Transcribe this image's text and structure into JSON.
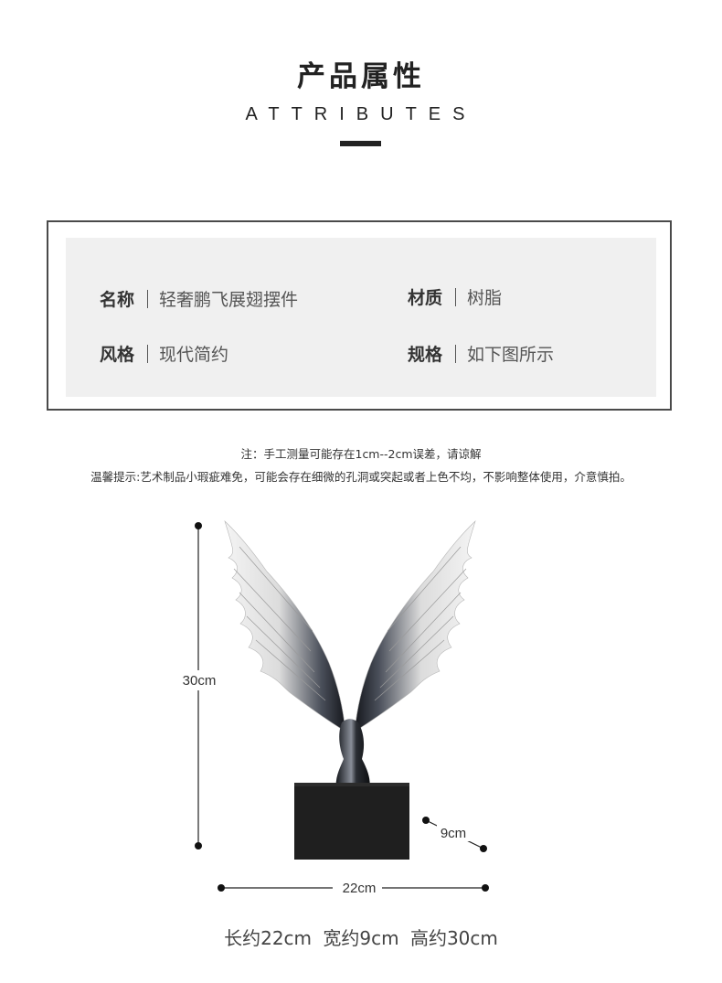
{
  "header": {
    "title_cn": "产品属性",
    "title_en": "ATTRIBUTES"
  },
  "attributes": [
    {
      "label": "名称",
      "value": "轻奢鹏飞展翅摆件"
    },
    {
      "label": "材质",
      "value": "树脂"
    },
    {
      "label": "风格",
      "value": "现代简约"
    },
    {
      "label": "规格",
      "value": "如下图所示"
    }
  ],
  "notes": {
    "line1": "注：手工测量可能存在1cm--2cm误差，请谅解",
    "line2": "温馨提示:艺术制品小瑕疵难免，可能会存在细微的孔洞或突起或者上色不均，不影响整体使用，介意慎拍。"
  },
  "dimensions": {
    "height_label": "30cm",
    "width_label": "22cm",
    "depth_label": "9cm"
  },
  "summary": "长约22cm 宽约9cm 高约30cm",
  "colors": {
    "border": "#4a4a4a",
    "panel": "#f0f0f0",
    "base": "#1f1f1f"
  }
}
